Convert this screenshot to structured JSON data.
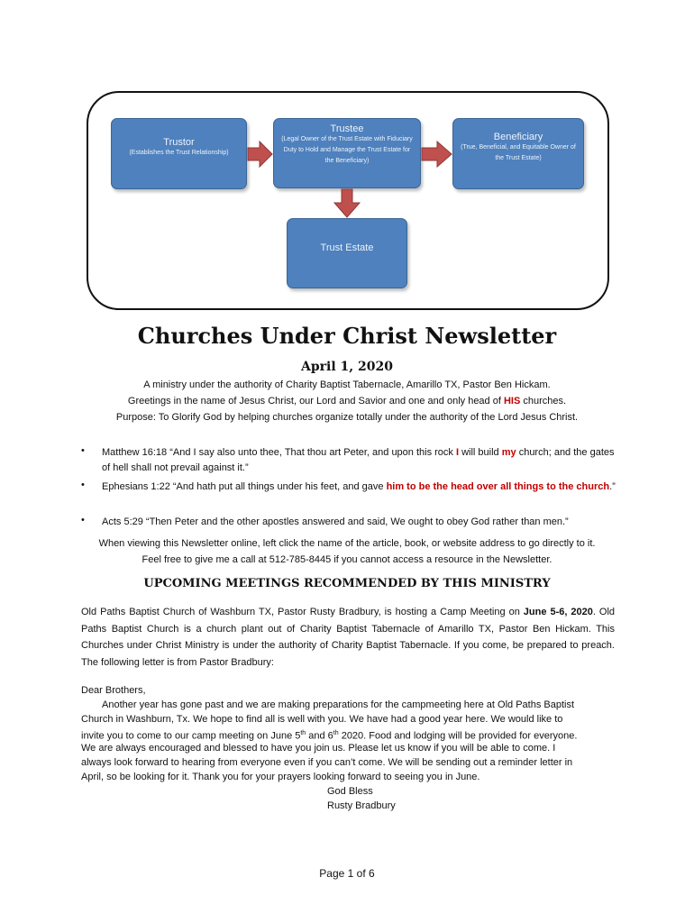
{
  "diagram": {
    "trustor": {
      "title": "Trustor",
      "subtitle": "(Establishes the Trust Relationship)"
    },
    "trustee": {
      "title": "Trustee",
      "subtitle": "(Legal Owner of the Trust Estate with Fiduciary Duty to Hold and Manage the Trust Estate for the Beneficiary)"
    },
    "beneficiary": {
      "title": "Beneficiary",
      "subtitle": "(True, Beneficial, and Equitable Owner of the Trust Estate)"
    },
    "trust_estate": {
      "title": "Trust Estate"
    },
    "colors": {
      "box": "#4e81bd",
      "arrow": "#c0504d"
    }
  },
  "newsletter": {
    "title": "Churches Under Christ Newsletter",
    "date": "April 1, 2020",
    "line1": "A ministry under the authority of Charity Baptist Tabernacle, Amarillo TX, Pastor Ben Hickam.",
    "line2_pre": "Greetings in the name of Jesus Christ, our Lord and Savior and one and only head of ",
    "line2_red": "HIS",
    "line2_post": " churches.",
    "line3": "Purpose: To Glorify God by helping churches organize totally under the authority of the Lord Jesus Christ."
  },
  "verses": [
    {
      "pre": "Matthew 16:18 “And I say also unto thee, That thou art Peter, and upon this rock ",
      "red1": "I",
      "mid": " will build ",
      "red2": "my",
      "post": " church; and the gates of hell shall not prevail against it.”"
    },
    {
      "pre": "Ephesians 1:22 “And hath put all things under his feet, and gave ",
      "red": "him to be the head over all things to the church",
      "post": ".”"
    },
    {
      "text": "Acts 5:29 “Then Peter and the other apostles answered and said, We ought to obey God rather than men.”"
    }
  ],
  "online_note": {
    "line1": "When viewing this Newsletter online, left click the name of the article, book, or website address to go directly to it.",
    "line2": "Feel free to give me a call at 512-785-8445 if you cannot access a resource in the Newsletter."
  },
  "meetings": {
    "heading": "UPCOMING MEETINGS RECOMMENDED BY THIS MINISTRY",
    "p1_pre": "Old Paths Baptist Church of Washburn TX, Pastor Rusty Bradbury, is hosting a Camp Meeting on ",
    "p1_bold": "June 5-6, 2020",
    "p1_post": ". Old Paths Baptist Church is a church plant out of Charity Baptist Tabernacle of Amarillo TX, Pastor Ben Hickam. This Churches under Christ Ministry is under the authority of Charity Baptist Tabernacle. If you come, be prepared to preach. The following letter is from Pastor Bradbury:"
  },
  "letter": {
    "greeting": "Dear Brothers,",
    "l1": "Another year has gone past and we are making preparations for the campmeeting here at Old Paths Baptist",
    "l2": "Church in Washburn, Tx.  We hope to find all is well with you.  We have had a good year here. We would like to",
    "l3_a": "invite you to come to our camp meeting on June 5",
    "sup1": "th",
    "l3_b": " and 6",
    "sup2": "th",
    "l3_c": " 2020. Food and lodging will be provided for everyone.",
    "l4": "We are always encouraged and blessed to have you join us.  Please let us know if you will be able to come.  I",
    "l5": "always look forward to hearing from everyone even if you can’t come. We will be sending out a reminder letter in",
    "l6": "April, so be looking for it. Thank you for your prayers looking forward to seeing you in June.",
    "closing": "God Bless",
    "signature": "Rusty Bradbury"
  },
  "footer": {
    "page": "Page 1 of 6"
  }
}
